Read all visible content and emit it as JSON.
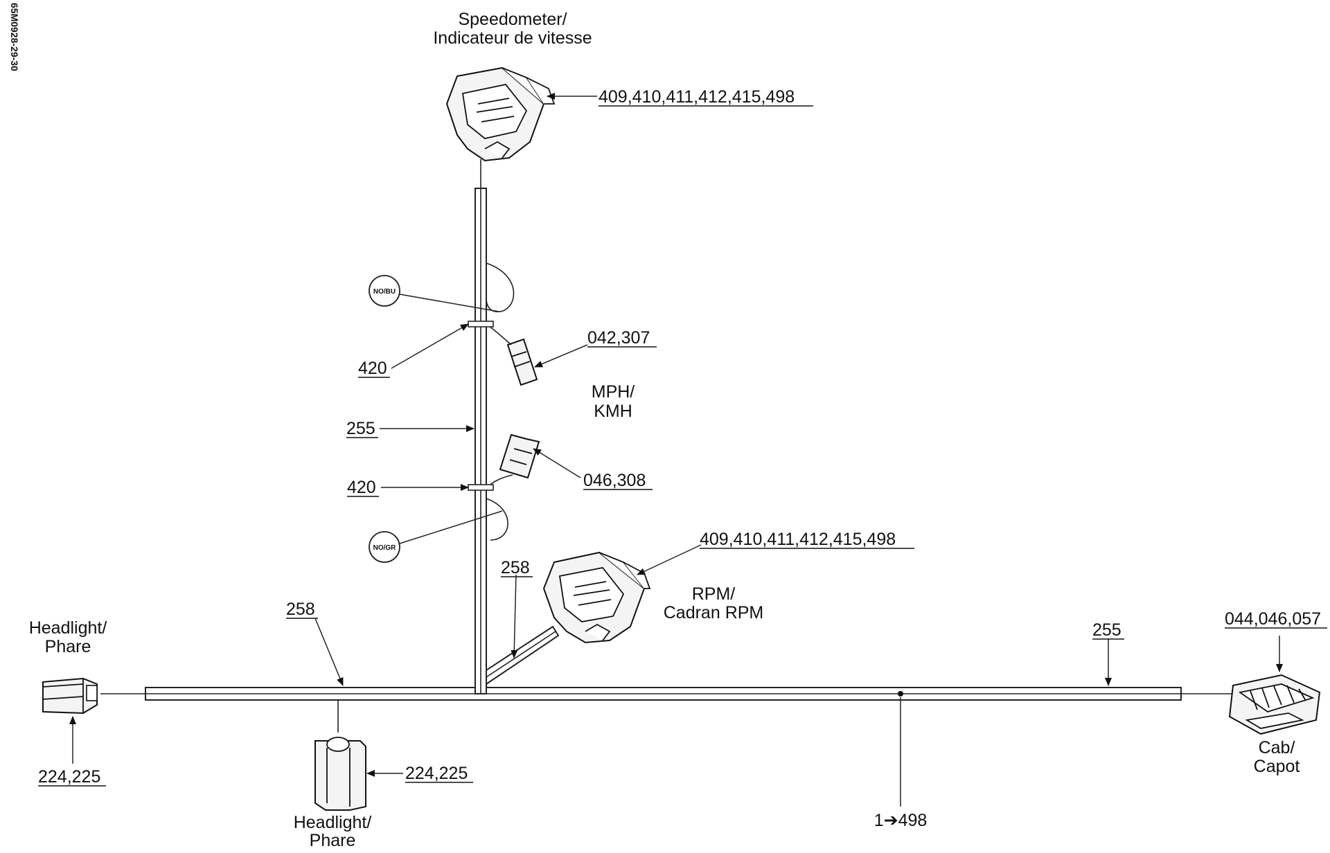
{
  "drawing_id": "65M0928-29-30",
  "labels": {
    "speedometer": [
      "Speedometer/",
      "Indicateur de vitesse"
    ],
    "mph": [
      "MPH/",
      "KMH"
    ],
    "rpm": [
      "RPM/",
      "Cadran RPM"
    ],
    "headlight_left": [
      "Headlight/",
      "Phare"
    ],
    "headlight_bottom": [
      "Headlight/",
      "Phare"
    ],
    "cab": [
      "Cab/",
      "Capot"
    ],
    "wire_no_bu": "NO/BU",
    "wire_no_gr": "NO/GR"
  },
  "part_numbers": {
    "speedometer_connector": "409,410,411,412,415,498",
    "rpm_connector": "409,410,411,412,415,498",
    "mph_connector_upper": "042,307",
    "mph_connector_lower": "046,308",
    "tie_upper": "420",
    "tie_lower": "420",
    "vertical_harness": "255",
    "rpm_branch": "258",
    "left_harness": "258",
    "right_harness": "255",
    "cab_connector": "044,046,057",
    "headlight_left_connector": "224,225",
    "headlight_bottom_connector": "224,225",
    "splice": "1➔498"
  },
  "colors": {
    "line": "#222222",
    "fill": "#f4f4f4"
  }
}
